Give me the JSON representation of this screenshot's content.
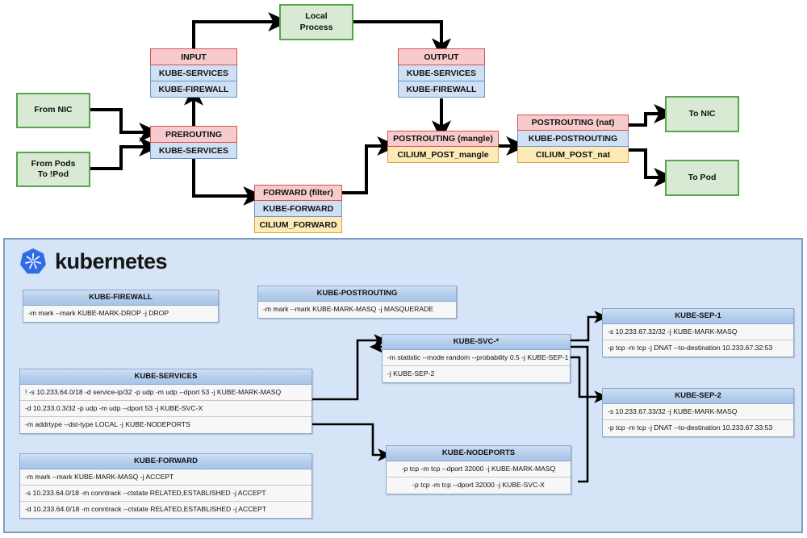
{
  "flow": {
    "sources": [
      {
        "id": "from-nic",
        "label": "From NIC"
      },
      {
        "id": "from-pods",
        "label": "From Pods\nTo !Pod"
      }
    ],
    "sinks": [
      {
        "id": "to-nic",
        "label": "To NIC"
      },
      {
        "id": "to-pod",
        "label": "To Pod"
      }
    ],
    "local_process": {
      "label": "Local\nProcess"
    },
    "chains": [
      {
        "id": "input",
        "title": "INPUT",
        "rows": [
          "KUBE-SERVICES",
          "KUBE-FIREWALL"
        ]
      },
      {
        "id": "output",
        "title": "OUTPUT",
        "rows": [
          "KUBE-SERVICES",
          "KUBE-FIREWALL"
        ]
      },
      {
        "id": "prerouting",
        "title": "PREROUTING",
        "rows": [
          "KUBE-SERVICES"
        ]
      },
      {
        "id": "forward",
        "title": "FORWARD (filter)",
        "rows": [
          "KUBE-FORWARD"
        ],
        "cilium": [
          "CILIUM_FORWARD"
        ]
      },
      {
        "id": "post-mangle",
        "title": "POSTROUTING (mangle)",
        "rows": [],
        "cilium": [
          "CILIUM_POST_mangle"
        ]
      },
      {
        "id": "post-nat",
        "title": "POSTROUTING (nat)",
        "rows": [
          "KUBE-POSTROUTING"
        ],
        "cilium": [
          "CILIUM_POST_nat"
        ]
      }
    ]
  },
  "panel": {
    "brand": "kubernetes",
    "logo_icon": "kubernetes-helm-icon",
    "cards": [
      {
        "id": "kube-firewall",
        "title": "KUBE-FIREWALL",
        "rules": [
          "-m mark --mark KUBE-MARK-DROP -j DROP"
        ]
      },
      {
        "id": "kube-postrouting",
        "title": "KUBE-POSTROUTING",
        "rules": [
          "-m mark --mark KUBE-MARK-MASQ -j MASQUERADE"
        ]
      },
      {
        "id": "kube-services",
        "title": "KUBE-SERVICES",
        "rules": [
          "! -s 10.233.64.0/18 -d service-ip/32 -p udp  -m udp --dport 53 -j KUBE-MARK-MASQ",
          "-d 10.233.0.3/32 -p udp  -m udp --dport 53 -j KUBE-SVC-X",
          "-m addrtype --dst-type LOCAL -j KUBE-NODEPORTS"
        ]
      },
      {
        "id": "kube-svc-star",
        "title": "KUBE-SVC-*",
        "rules": [
          "-m statistic --mode random --probability 0.5 -j KUBE-SEP-1",
          "-j KUBE-SEP-2"
        ]
      },
      {
        "id": "kube-sep-1",
        "title": "KUBE-SEP-1",
        "rules": [
          "-s 10.233.67.32/32  -j KUBE-MARK-MASQ",
          "-p tcp -m tcp -j DNAT --to-destination 10.233.67.32:53"
        ]
      },
      {
        "id": "kube-sep-2",
        "title": "KUBE-SEP-2",
        "rules": [
          "-s 10.233.67.33/32  -j KUBE-MARK-MASQ",
          "-p tcp -m tcp -j DNAT --to-destination 10.233.67.33:53"
        ]
      },
      {
        "id": "kube-forward",
        "title": "KUBE-FORWARD",
        "rules": [
          "-m mark --mark KUBE-MARK-MASQ -j ACCEPT",
          "-s 10.233.64.0/18  -m conntrack --ctstate RELATED,ESTABLISHED -j ACCEPT",
          "-d 10.233.64.0/18  -m conntrack --ctstate RELATED,ESTABLISHED -j ACCEPT"
        ]
      },
      {
        "id": "kube-nodeports",
        "title": "KUBE-NODEPORTS",
        "rules": [
          "-p tcp -m tcp --dport 32000 -j KUBE-MARK-MASQ",
          "-p tcp -m tcp --dport 32000 -j KUBE-SVC-X"
        ]
      }
    ]
  },
  "colors": {
    "panel_bg": "#d6e4f7",
    "panel_border": "#7b9dc8",
    "green_fill": "#d8ead3",
    "green_border": "#57a44c",
    "red_fill": "#f7cbcb",
    "red_border": "#d55050",
    "blue_fill": "#cfe0f5",
    "blue_border": "#6a93c8",
    "yellow_fill": "#fdeab7",
    "yellow_border": "#d6a83c",
    "k8s_blue": "#326ce5"
  }
}
